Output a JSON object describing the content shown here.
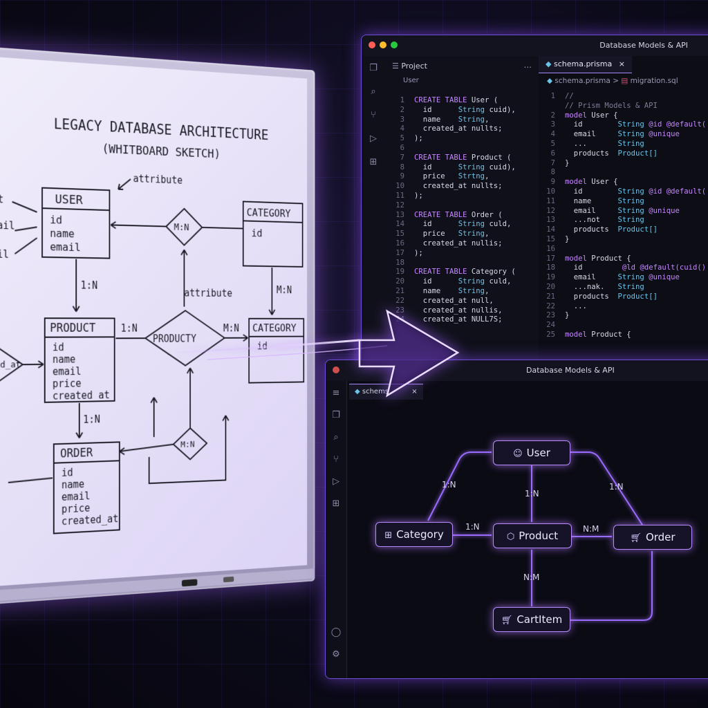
{
  "whiteboard": {
    "title_line1": "LEGACY DATABASE ARCHITECTURE",
    "title_line2": "(WHITBOARD SKETCH)",
    "annotations": {
      "attribute_top": "attribute",
      "attribute_mid": "attribute"
    },
    "entities": {
      "user": {
        "name": "USER",
        "fields": [
          "id",
          "name",
          "email"
        ]
      },
      "category_top": {
        "name": "CATEGORY",
        "fields": [
          "id"
        ]
      },
      "product": {
        "name": "PRODUCT",
        "fields": [
          "id",
          "name",
          "email",
          "price",
          "created_at"
        ]
      },
      "category_mid": {
        "name": "CATEGORY",
        "fields": [
          "id"
        ]
      },
      "order": {
        "name": "ORDER",
        "fields": [
          "id",
          "name",
          "email",
          "price",
          "created_at"
        ]
      }
    },
    "relations": {
      "mn_top": "M:N",
      "productY": "PRODUCTY",
      "mn_bottom": "M:N",
      "user_product": "1:N",
      "product_diamond": "1:N",
      "diamond_category": "M:N",
      "category_top_mid": "M:N",
      "product_order": "1:N"
    },
    "left_edge": [
      "t",
      "nail",
      "ail",
      "ed_at"
    ]
  },
  "editor": {
    "title": "Database Models & API",
    "explorer_label": "Project",
    "explorer_item": "User",
    "more": "...",
    "tab": "schema.prisma",
    "tab_close": "×",
    "breadcrumb_file": "schema.prisma",
    "breadcrumb_sep": ">",
    "breadcrumb_other": "migration.sql",
    "sql_lines": [
      [
        "1",
        "CREATE TABLE User ("
      ],
      [
        "2",
        "  id      String cuid),"
      ],
      [
        "3",
        "  name    String,"
      ],
      [
        "4",
        "  created_at nullts;"
      ],
      [
        "5",
        ");"
      ],
      [
        "6",
        ""
      ],
      [
        "7",
        "CREATE TABLE Product ("
      ],
      [
        "8",
        "  id      String cuid),"
      ],
      [
        "9",
        "  price   Strtng,"
      ],
      [
        "10",
        "  created_at nullts;"
      ],
      [
        "11",
        ");"
      ],
      [
        "12",
        ""
      ],
      [
        "13",
        "CREATE TABLE Order ("
      ],
      [
        "14",
        "  id      String culd,"
      ],
      [
        "15",
        "  price   String,"
      ],
      [
        "16",
        "  created_at nullis;"
      ],
      [
        "17",
        ");"
      ],
      [
        "18",
        ""
      ],
      [
        "19",
        "CREATE TABLE Category ("
      ],
      [
        "20",
        "  id      String culd,"
      ],
      [
        "21",
        "  name    String,"
      ],
      [
        "22",
        "  created_at null,"
      ],
      [
        "23",
        "  created_at nullis,"
      ],
      [
        "24",
        "  created_at NULL7S;"
      ]
    ],
    "prisma_lines": [
      [
        "1",
        "//"
      ],
      [
        "",
        "// Prism Models & API"
      ],
      [
        "2",
        "model User {"
      ],
      [
        "3",
        "  id        String @id @default("
      ],
      [
        "4",
        "  email     String @unique"
      ],
      [
        "5",
        "  ...       String"
      ],
      [
        "6",
        "  products  Product[]"
      ],
      [
        "7",
        "}"
      ],
      [
        "8",
        ""
      ],
      [
        "9",
        "model User {"
      ],
      [
        "10",
        "  id        String @id @default("
      ],
      [
        "11",
        "  name      String"
      ],
      [
        "12",
        "  email     String @unique"
      ],
      [
        "13",
        "  ...not    String"
      ],
      [
        "14",
        "  products  Product[]"
      ],
      [
        "15",
        "}"
      ],
      [
        "16",
        ""
      ],
      [
        "17",
        "model Product {"
      ],
      [
        "18",
        "  id         @ld @default(cuid()"
      ],
      [
        "19",
        "  email     String @unique"
      ],
      [
        "20",
        "  ...nak.   String"
      ],
      [
        "21",
        "  products  Product[]"
      ],
      [
        "22",
        "  ..."
      ],
      [
        "23",
        "}"
      ],
      [
        "24",
        ""
      ],
      [
        "25",
        "model Product {"
      ]
    ]
  },
  "diagram": {
    "title": "Database Models & API",
    "tab": "schems",
    "tab_close": "×",
    "nodes": {
      "user": {
        "label": "User",
        "icon": "person-icon"
      },
      "category": {
        "label": "Category",
        "icon": "grid-icon"
      },
      "product": {
        "label": "Product",
        "icon": "box-icon"
      },
      "order": {
        "label": "Order",
        "icon": "cart-icon"
      },
      "cartitem": {
        "label": "CartItem",
        "icon": "cart-icon"
      }
    },
    "relations": {
      "user_category": "1:N",
      "user_product": "1:N",
      "user_order": "1:N",
      "category_product": "1:N",
      "product_order": "N:M",
      "product_cartitem": "N:M"
    }
  },
  "colors": {
    "accent": "#b58bff",
    "code_keyword": "#c586ff",
    "code_type": "#6cc3e8",
    "bg": "#0b0a18"
  }
}
